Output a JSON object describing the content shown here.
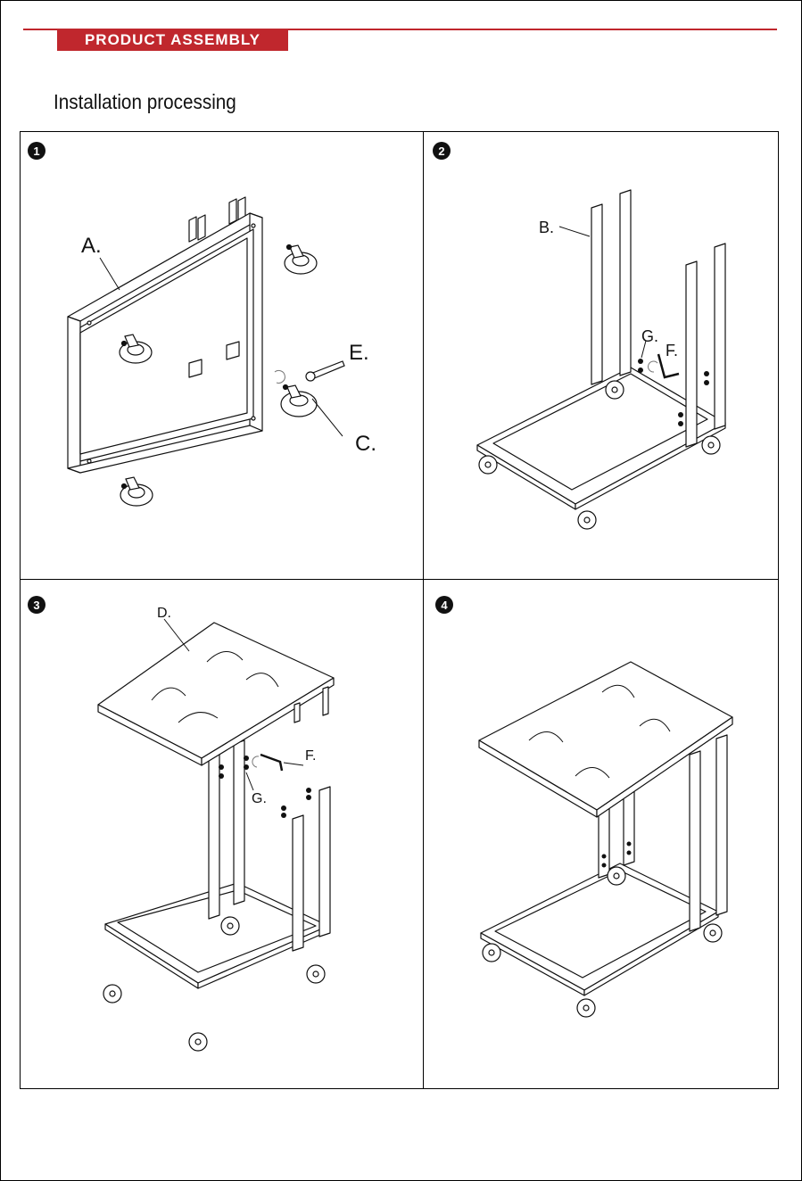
{
  "header": {
    "badge": "PRODUCT ASSEMBLY",
    "subtitle": "Installation processing",
    "accent_color": "#c0272d"
  },
  "steps": [
    {
      "number": "1",
      "labels": {
        "a": "A.",
        "e": "E.",
        "c": "C."
      }
    },
    {
      "number": "2",
      "labels": {
        "b": "B.",
        "g": "G.",
        "f": "F."
      }
    },
    {
      "number": "3",
      "labels": {
        "d": "D.",
        "f": "F.",
        "g": "G."
      }
    },
    {
      "number": "4",
      "labels": {}
    }
  ],
  "icons": [
    "caster-wheel-icon",
    "wrench-icon",
    "allen-key-icon",
    "screw-icon",
    "rotate-arrow-icon"
  ]
}
